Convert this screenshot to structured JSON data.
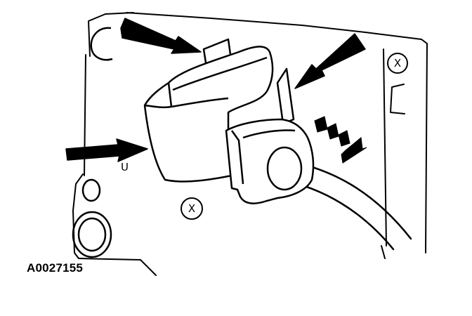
{
  "figure": {
    "reference_code": "A0027155",
    "fastener_mark": "X",
    "small_mark": "U"
  },
  "colors": {
    "line": "#000000",
    "background": "#ffffff"
  }
}
